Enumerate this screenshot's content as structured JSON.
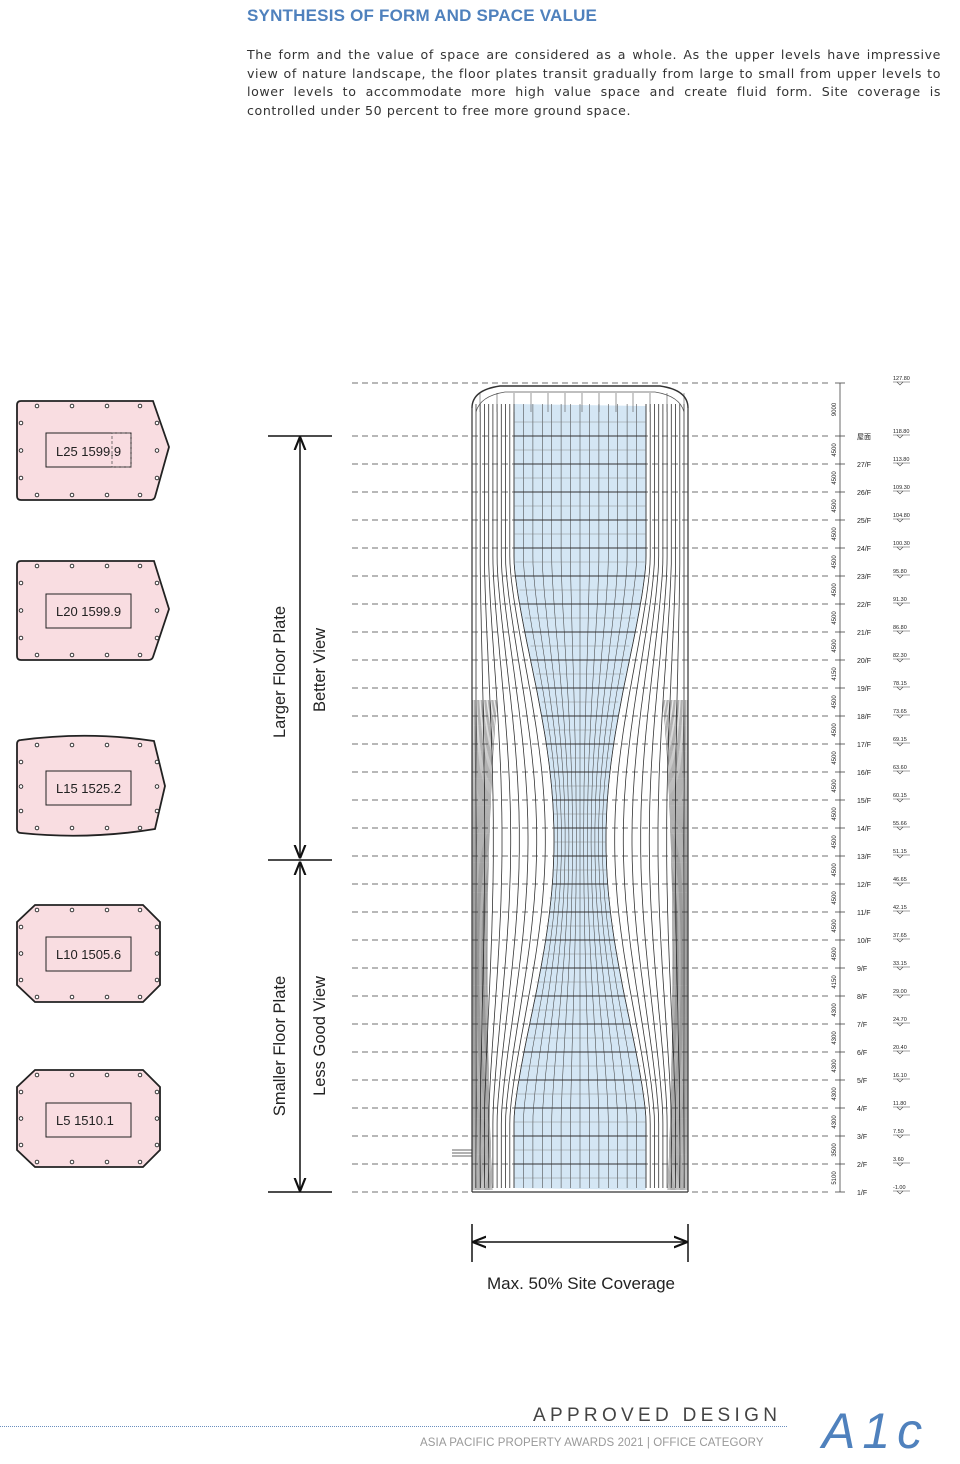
{
  "header": {
    "title": "SYNTHESIS OF FORM AND SPACE VALUE",
    "description": "The form and the value of space are considered as a whole. As the upper levels have impressive view of nature landscape, the floor plates transit gradually from large to small from upper levels to lower levels to accommodate more high value space and create fluid form. Site coverage is controlled under 50 percent to free more ground space."
  },
  "floor_plates": [
    {
      "label": "L25 1599.9"
    },
    {
      "label": "L20 1599.9"
    },
    {
      "label": "L15 1525.2"
    },
    {
      "label": "L10 1505.6"
    },
    {
      "label": "L5 1510.1"
    }
  ],
  "zones": {
    "upper_plate": "Larger Floor Plate",
    "upper_view": "Better View",
    "lower_plate": "Smaller Floor Plate",
    "lower_view": "Less Good View"
  },
  "site_coverage": "Max. 50% Site Coverage",
  "levels": [
    {
      "label": "",
      "elev": "127.80",
      "height": "9000"
    },
    {
      "label": "屋面",
      "elev": "118.80",
      "height": "4500"
    },
    {
      "label": "27/F",
      "elev": "113.80",
      "height": "4500"
    },
    {
      "label": "26/F",
      "elev": "109.30",
      "height": "4500"
    },
    {
      "label": "25/F",
      "elev": "104.80",
      "height": "4500"
    },
    {
      "label": "24/F",
      "elev": "100.30",
      "height": "4500"
    },
    {
      "label": "23/F",
      "elev": "95.80",
      "height": "4500"
    },
    {
      "label": "22/F",
      "elev": "91.30",
      "height": "4500"
    },
    {
      "label": "21/F",
      "elev": "86.80",
      "height": "4500"
    },
    {
      "label": "20/F",
      "elev": "82.30",
      "height": "4150"
    },
    {
      "label": "19/F",
      "elev": "78.15",
      "height": "4500"
    },
    {
      "label": "18/F",
      "elev": "73.65",
      "height": "4500"
    },
    {
      "label": "17/F",
      "elev": "69.15",
      "height": "4500"
    },
    {
      "label": "16/F",
      "elev": "63.60",
      "height": "4500"
    },
    {
      "label": "15/F",
      "elev": "60.15",
      "height": "4500"
    },
    {
      "label": "14/F",
      "elev": "55.66",
      "height": "4500"
    },
    {
      "label": "13/F",
      "elev": "51.15",
      "height": "4500"
    },
    {
      "label": "12/F",
      "elev": "46.65",
      "height": "4500"
    },
    {
      "label": "11/F",
      "elev": "42.15",
      "height": "4500"
    },
    {
      "label": "10/F",
      "elev": "37.65",
      "height": "4500"
    },
    {
      "label": "9/F",
      "elev": "33.15",
      "height": "4150"
    },
    {
      "label": "8/F",
      "elev": "29.00",
      "height": "4300"
    },
    {
      "label": "7/F",
      "elev": "24.70",
      "height": "4300"
    },
    {
      "label": "6/F",
      "elev": "20.40",
      "height": "4300"
    },
    {
      "label": "5/F",
      "elev": "16.10",
      "height": "4300"
    },
    {
      "label": "4/F",
      "elev": "11.80",
      "height": "4300"
    },
    {
      "label": "3/F",
      "elev": "7.50",
      "height": "3500"
    },
    {
      "label": "2/F",
      "elev": "3.60",
      "height": "5100"
    },
    {
      "label": "1/F",
      "elev": "-1.00",
      "height": ""
    }
  ],
  "footer": {
    "approved": "APPROVED DESIGN",
    "awards": "ASIA PACIFIC PROPERTY AWARDS 2021 | OFFICE CATEGORY",
    "code": "A1c"
  },
  "colors": {
    "accent": "#4f81bd",
    "plate_fill": "#f9dde1",
    "glass": "#d4e6f4"
  }
}
